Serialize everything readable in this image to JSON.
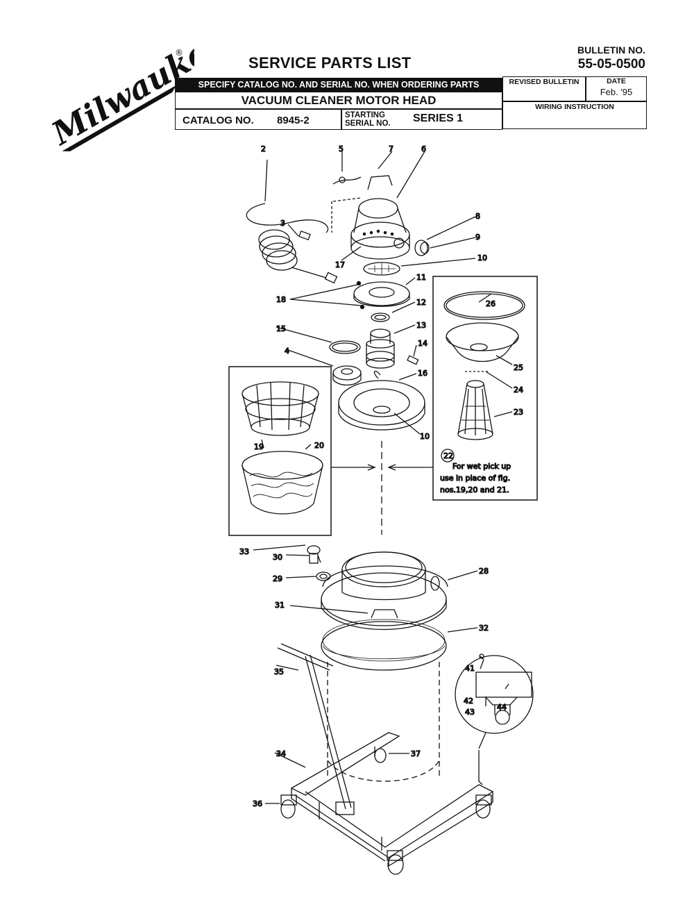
{
  "brand": {
    "logo_text": "Milwaukee",
    "registered_mark": "®"
  },
  "header": {
    "title": "SERVICE PARTS LIST",
    "bulletin_label": "BULLETIN NO.",
    "bulletin_no": "55-05-0500",
    "specify_note": "SPECIFY CATALOG NO. AND SERIAL NO. WHEN ORDERING PARTS",
    "product_name": "VACUUM CLEANER MOTOR HEAD",
    "catalog_label": "CATALOG NO.",
    "catalog_no": "8945-2",
    "starting_label_1": "STARTING",
    "starting_label_2": "SERIAL NO.",
    "series": "SERIES 1",
    "revised_bulletin_label": "REVISED BULLETIN",
    "date_label": "DATE",
    "date_value": "Feb. '95",
    "wiring_label": "WIRING INSTRUCTION"
  },
  "callouts": {
    "c2": "2",
    "c3": "3",
    "c4": "4",
    "c5": "5",
    "c6": "6",
    "c7": "7",
    "c8": "8",
    "c9": "9",
    "c10a": "10",
    "c10b": "10",
    "c11": "11",
    "c12": "12",
    "c13": "13",
    "c14": "14",
    "c15": "15",
    "c16": "16",
    "c17": "17",
    "c18": "18",
    "c19": "19",
    "c20": "20",
    "c22": "22",
    "c23": "23",
    "c24": "24",
    "c25": "25",
    "c26": "26",
    "c28": "28",
    "c29": "29",
    "c30": "30",
    "c31": "31",
    "c32": "32",
    "c33": "33",
    "c34": "34",
    "c35": "35",
    "c36": "36",
    "c37": "37",
    "c41": "41",
    "c42": "42",
    "c43": "43",
    "c44": "44"
  },
  "wet_note": {
    "line1": "For wet pick up",
    "line2": "use in place of fig.",
    "line3": "nos.19,20 and 21."
  }
}
